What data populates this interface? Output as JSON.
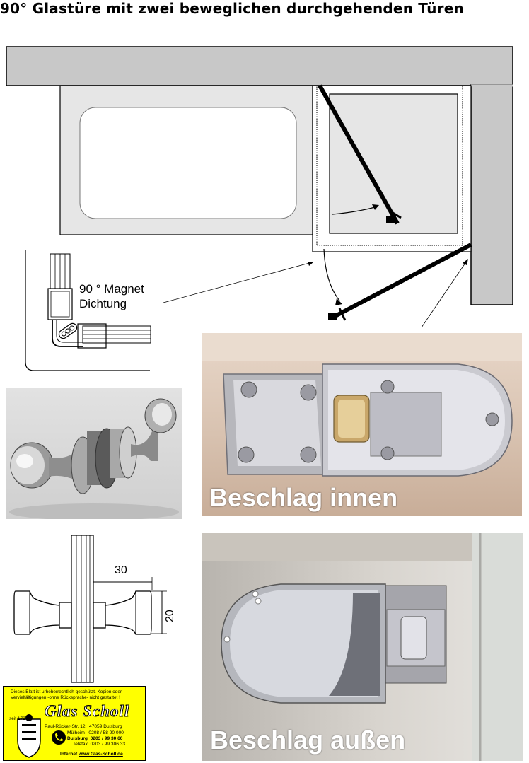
{
  "title": "90° Glastüre mit zwei beweglichen durchgehenden Türen",
  "detail_label": {
    "line1": "90 ° Magnet",
    "line2": "Dichtung"
  },
  "photos": {
    "inside_caption": "Beschlag innen",
    "outside_caption": "Beschlag außen"
  },
  "dimensions": {
    "width": "30",
    "height": "20"
  },
  "logo": {
    "notice": "Dieses Blatt ist urheberrechtlich geschützt. Kopien oder Vervielfältigungen -ohne Rücksprache- nicht gestattet !",
    "brand": "Glas Scholl",
    "since": "seit 1727",
    "address": "Paul-Rücker-Str. 12",
    "city": "47059 Duisburg",
    "phone1_label": "Mülheim",
    "phone1": "0208 / 58 90 000",
    "phone2_label": "Duisburg",
    "phone2": "0203 / 99 30 60",
    "fax_label": "Telefax",
    "fax": "0203 / 99 306 33",
    "internet_label": "Internet",
    "internet": "www.Glas-Scholl.de"
  },
  "colors": {
    "wall": "#c8c8c8",
    "tub": "#e6e6e6",
    "logo_bg": "#ffff00"
  }
}
